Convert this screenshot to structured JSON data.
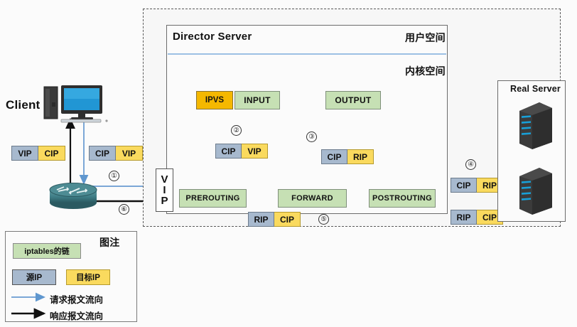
{
  "diagram": {
    "client": {
      "label": "Client",
      "icon": "desktop-computer-icon",
      "router_icon": "router-icon"
    },
    "director": {
      "title": "Director Server",
      "user_space": "用户空间",
      "kernel_space": "内核空间",
      "vip_gateway": "VIP",
      "boxes": {
        "ipvs": "IPVS",
        "input": "INPUT",
        "output": "OUTPUT",
        "prerouting": "PREROUTING",
        "forward": "FORWARD",
        "postrouting": "POSTROUTING"
      }
    },
    "real_server": {
      "title": "Real Server",
      "icon": "server-rack-icon"
    },
    "packets": {
      "client_response": {
        "src": "VIP",
        "dst": "CIP"
      },
      "client_request": {
        "src": "CIP",
        "dst": "VIP"
      },
      "prerouting_in": {
        "src": "CIP",
        "dst": "VIP"
      },
      "postrouting_out": {
        "src": "CIP",
        "dst": "RIP"
      },
      "forward_back": {
        "src": "RIP",
        "dst": "CIP"
      },
      "rs_in": {
        "src": "CIP",
        "dst": "RIP"
      },
      "rs_out": {
        "src": "RIP",
        "dst": "CIP"
      }
    },
    "steps": {
      "s1": "①",
      "s2": "②",
      "s3": "③",
      "s4": "④",
      "s5": "⑤",
      "s6": "⑥"
    },
    "legend": {
      "title": "图注",
      "chain_label": "iptables的链",
      "src_ip": "源IP",
      "dst_ip": "目标IP",
      "request_flow": "请求报文流向",
      "response_flow": "响应报文流向"
    },
    "colors": {
      "chain_green": "#c6e0b4",
      "ipvs_orange": "#f5b800",
      "src_blue": "#a7b9ce",
      "dst_yellow": "#fada5e",
      "request_arrow": "#7ba7d7",
      "response_arrow": "#1a1a1a",
      "router_teal": "#35707a",
      "server_dark": "#3b3b3b",
      "server_led": "#18a0d8"
    }
  }
}
